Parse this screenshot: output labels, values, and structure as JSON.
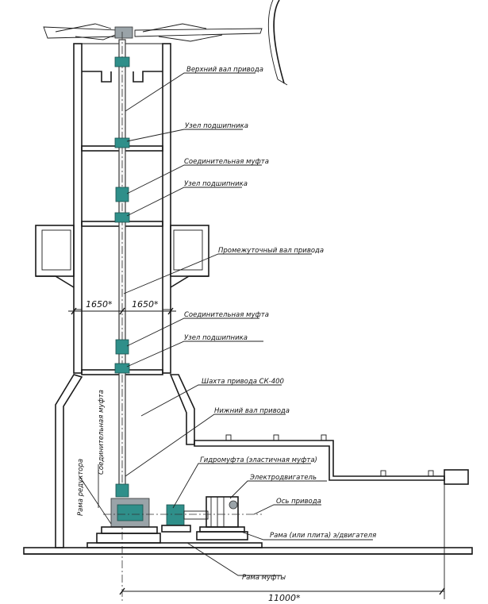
{
  "labels": {
    "top_shaft": "Верхний вал привода",
    "bearing_1": "Узел подшипника",
    "coupling_1": "Соединительная муфта",
    "bearing_2": "Узел подшипника",
    "mid_shaft": "Промежуточный вал привода",
    "coupling_2": "Соединительная муфта",
    "bearing_3": "Узел подшипника",
    "drive_shaft": "Шахта привода СК-400",
    "bottom_shaft": "Нижний вал привода",
    "coupling_vertical": "Соединительная муфта",
    "reducer_frame": "Рама редуктора",
    "hydro_coupling": "Гидромуфта (эластичная муфта)",
    "motor": "Электродвигатель",
    "drive_axis": "Ось привода",
    "motor_frame": "Рама (или плита) э/двигателя",
    "coupling_frame": "Рама муфты"
  },
  "dimensions": {
    "left_half": "1650*",
    "right_half": "1650*",
    "total": "11000*"
  },
  "colors": {
    "line": "#1a1a1a",
    "component": "#2f8f8a",
    "metal": "#9aa3a8"
  }
}
